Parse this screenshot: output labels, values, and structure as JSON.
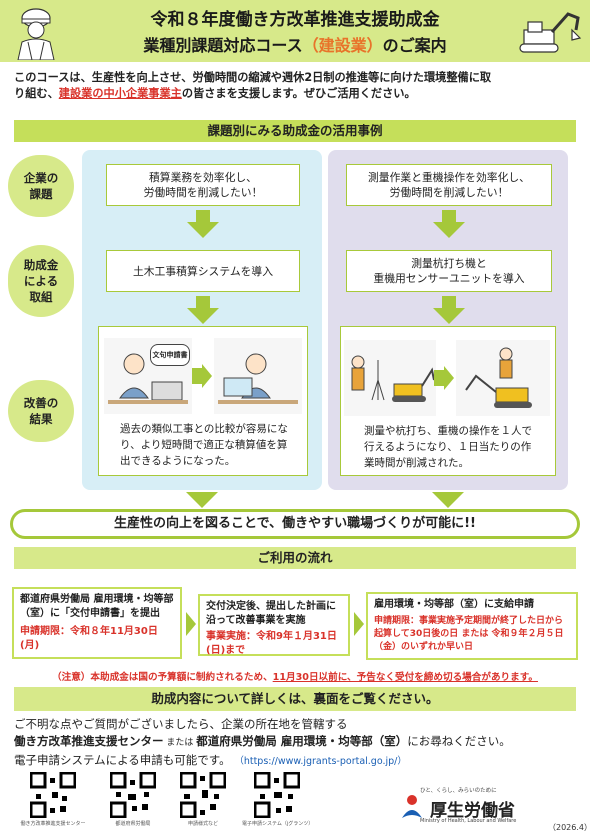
{
  "header": {
    "title_line1": "令和８年度働き方改革推進支援助成金",
    "title_line2_pre": "業種別課題対応コース",
    "title_line2_hl": "（建設業）",
    "title_line2_post": "のご案内"
  },
  "intro": {
    "line1": "このコースは、生産性を向上させ、労働時間の縮減や週休2日制の推進等に向けた環境整備に取",
    "line2_pre": "り組む、",
    "line2_red": "建設業の中小企業事業主",
    "line2_post": "の皆さまを支援します。ぜひご活用ください。"
  },
  "cases": {
    "bar_title": "課題別にみる助成金の活用事例",
    "labels": {
      "issue": "企業の\n課題",
      "action": "助成金\nによる\n取組",
      "result": "改善の\n結果"
    },
    "left": {
      "issue": "積算業務を効率化し、\n労働時間を削減したい！",
      "action": "土木工事積算システムを導入",
      "bubble": "文句申請書",
      "result": "過去の類似工事との比較が容易になり、より短時間で適正な積算値を算出できるようになった。"
    },
    "right": {
      "issue": "測量作業と重機操作を効率化し、\n労働時間を削減したい！",
      "action": "測量杭打ち機と\n重機用センサーユニットを導入",
      "result": "測量や杭打ち、重機の操作を１人で行えるようになり、１日当たりの作業時間が削減された。"
    }
  },
  "banner": "生産性の向上を図ることで、働きやすい職場づくりが可能に!!",
  "flow": {
    "bar_title": "ご利用の流れ",
    "step1": {
      "text": "都道府県労働局 雇用環境・均等部（室）に「交付申請書」を提出",
      "deadline": "申請期限：令和８年11月30日(月)"
    },
    "step2": {
      "text": "交付決定後、提出した計画に沿って改善事業を実施",
      "deadline_label": "事業実施：",
      "deadline": "令和9年１月31日(日)まで"
    },
    "step3": {
      "text": "雇用環境・均等部（室）に支給申請",
      "deadline": "申請期限：事業実施予定期間が終了した日から起算して30日後の日 または 令和９年２月５日（金）のいずれか早い日"
    }
  },
  "notice": {
    "pre": "（注意）本助成金は国の予算額に制約されるため、",
    "ul": "11月30日以前に、予告なく受付を締め切る場合があります。"
  },
  "bottom_bar": "助成内容について詳しくは、裏面をご覧ください。",
  "contact": {
    "line1": "ご不明な点やご質問がございましたら、企業の所在地を管轄する",
    "line2_b1": "働き方改革推進支援センター",
    "line2_mid": " または ",
    "line2_b2": "都道府県労働局 雇用環境・均等部（室）",
    "line2_post": "にお尋ねください。",
    "line3": "電子申請システムによる申請も可能です。",
    "url": "（https://www.jgrants-portal.go.jp/）"
  },
  "qr_captions": [
    "働き方改革推進支援センター",
    "都道府県労働局",
    "申請様式など",
    "電子申請システム（jグランツ）"
  ],
  "logo": {
    "sub": "ひと、くらし、みらいのために",
    "name": "厚生労働省",
    "en": "Ministry of Health, Labour and Welfare"
  },
  "version": "（2026.4）",
  "colors": {
    "green_light": "#d7e98a",
    "green": "#c5df5a",
    "red": "#d9322a",
    "orange": "#e8732a"
  }
}
